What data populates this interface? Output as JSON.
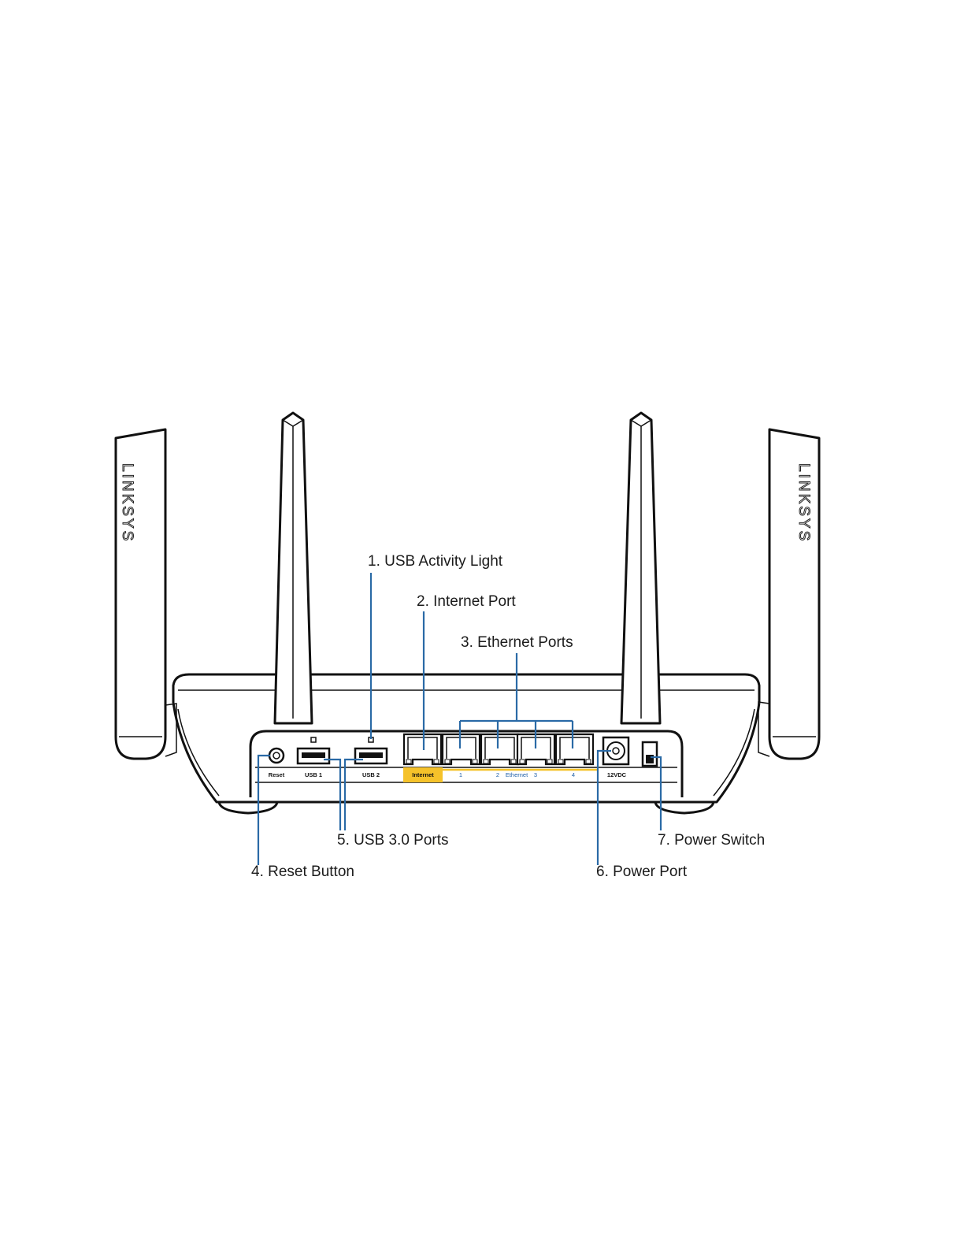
{
  "brand": {
    "left_antenna": "LINKSYS",
    "right_antenna": "LINKSYS"
  },
  "callouts": [
    {
      "id": "usb-activity-light",
      "text": "1. USB Activity Light"
    },
    {
      "id": "internet-port",
      "text": "2. Internet Port"
    },
    {
      "id": "ethernet-ports",
      "text": "3. Ethernet Ports"
    },
    {
      "id": "reset-button",
      "text": "4. Reset Button"
    },
    {
      "id": "usb-ports",
      "text": "5. USB 3.0 Ports"
    },
    {
      "id": "power-port",
      "text": "6. Power Port"
    },
    {
      "id": "power-switch",
      "text": "7. Power Switch"
    }
  ],
  "port_labels": {
    "reset": "Reset",
    "usb1": "USB 1",
    "usb2": "USB 2",
    "internet": "Internet",
    "eth1": "1",
    "eth2": "2",
    "ethernet": "Ethernet",
    "eth3": "3",
    "eth4": "4",
    "power": "12VDC"
  },
  "colors": {
    "callout_line": "#2a6aa6",
    "internet_highlight": "#f5c22a",
    "ethernet_text": "#1f5fa8"
  }
}
